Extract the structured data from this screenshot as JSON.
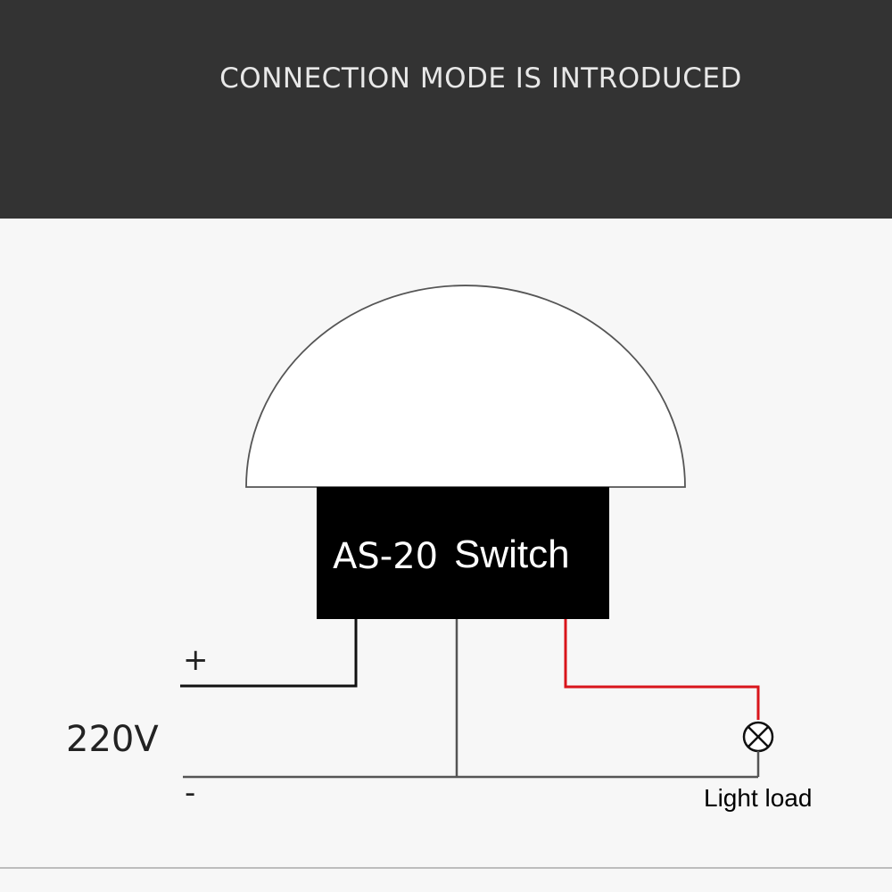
{
  "banner": {
    "title": "CONNECTION MODE IS INTRODUCED"
  },
  "diagram": {
    "device_model": "AS-20",
    "device_type": "Switch",
    "supply_plus": "+",
    "supply_minus": "-",
    "voltage": "220V",
    "load_label": "Light load"
  },
  "colors": {
    "banner_bg": "#333333",
    "device_body": "#000000",
    "wire_black": "#111111",
    "wire_gray": "#555555",
    "wire_red": "#d9151b"
  }
}
